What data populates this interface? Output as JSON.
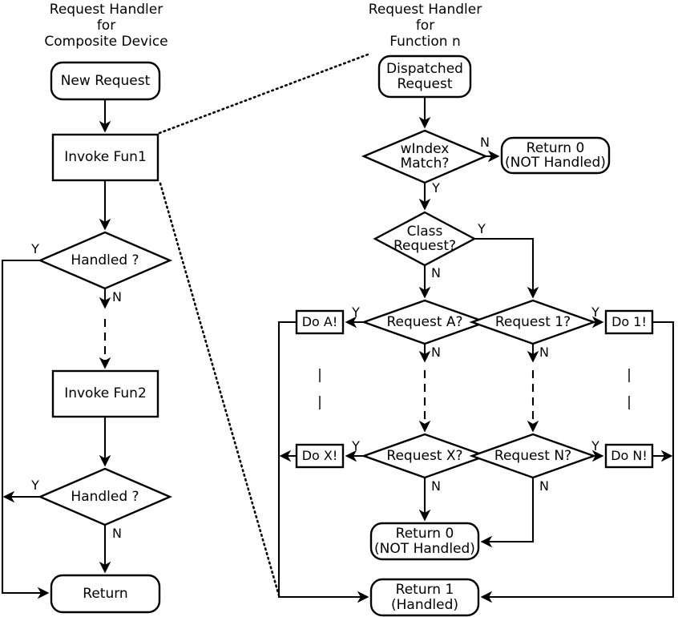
{
  "diagram": {
    "title_left": "Request Handler\nfor\nComposite Device",
    "title_right": "Request Handler\nfor\nFunction n",
    "left_flow": {
      "new_request": "New Request",
      "invoke_fun1": "Invoke Fun1",
      "handled_1": "Handled ?",
      "invoke_fun2": "Invoke Fun2",
      "handled_2": "Handled ?",
      "return": "Return",
      "labels": {
        "handled1_yes": "Y",
        "handled1_no": "N",
        "handled2_yes": "Y",
        "handled2_no": "N"
      }
    },
    "right_flow": {
      "dispatched_request": "Dispatched\nRequest",
      "windex_match": "wIndex\nMatch?",
      "return0_top": "Return 0\n(NOT Handled)",
      "class_request": "Class\nRequest?",
      "request_a": "Request A?",
      "request_1": "Request 1?",
      "request_x": "Request X?",
      "request_n": "Request N?",
      "do_a": "Do A!",
      "do_1": "Do 1!",
      "do_x": "Do X!",
      "do_n": "Do N!",
      "return0_bottom": "Return 0\n(NOT Handled)",
      "return1": "Return 1\n(Handled)",
      "ellipsis_left": "|\n\n|",
      "ellipsis_right": "|\n\n|",
      "labels": {
        "windex_no": "N",
        "windex_yes": "Y",
        "class_yes": "Y",
        "class_no": "N",
        "req_a_yes": "Y",
        "req_a_no": "N",
        "req_1_yes": "Y",
        "req_1_no": "N",
        "req_x_yes": "Y",
        "req_x_no": "N",
        "req_n_yes": "Y",
        "req_n_no": "N"
      }
    },
    "colors": {
      "stroke": "#000000",
      "fill": "#ffffff",
      "text": "#000000"
    }
  }
}
